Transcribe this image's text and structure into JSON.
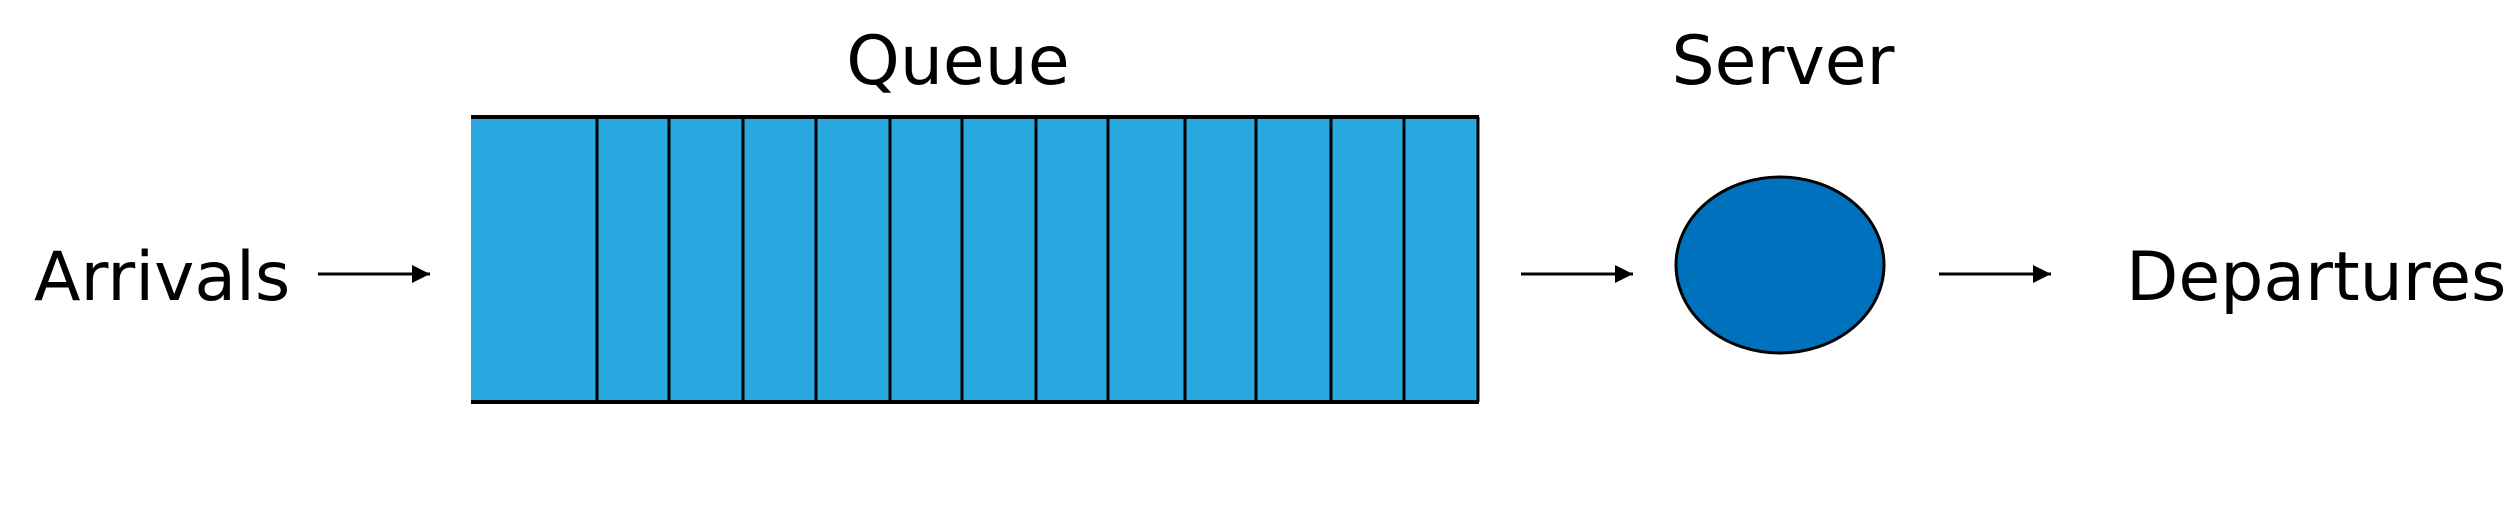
{
  "labels": {
    "queue": "Queue",
    "server": "Server",
    "arrivals": "Arrivals",
    "departures": "Departures"
  },
  "queue": {
    "slot_count": 13
  },
  "colors": {
    "queue_fill": "#29a8e0",
    "server_fill": "#0071bc",
    "stroke": "#000000",
    "background": "#ffffff"
  },
  "icons": {
    "arrow": "arrow-right-icon"
  }
}
